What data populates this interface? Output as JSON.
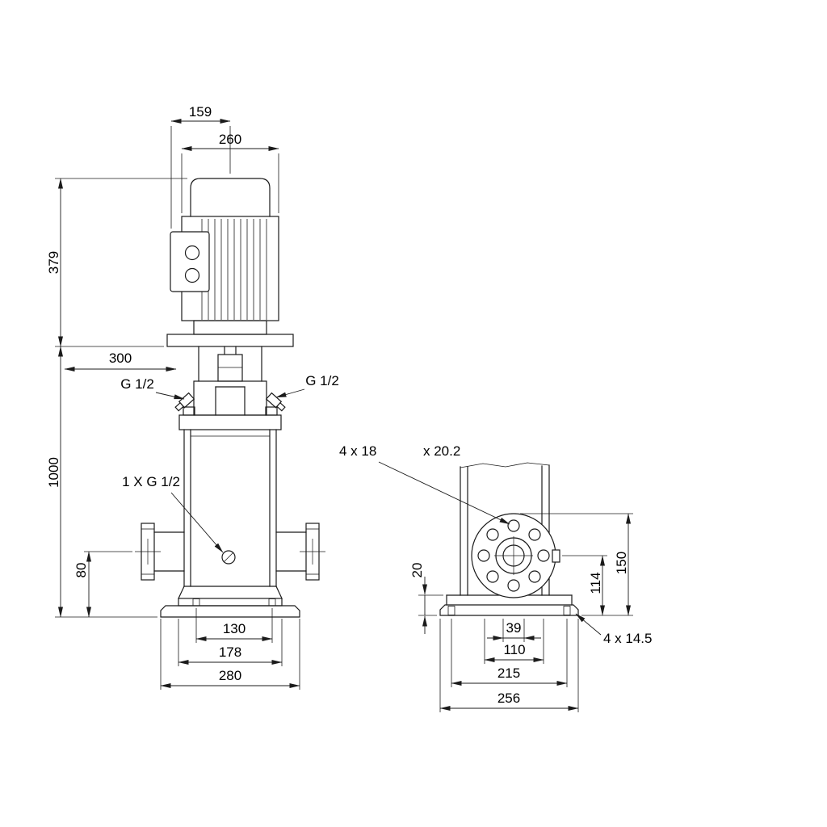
{
  "drawing": {
    "type": "pump-dimensional-drawing",
    "line_color": "#1b1b1b",
    "background": "#ffffff"
  },
  "front_view": {
    "dim_motor_face_width": "159",
    "dim_motor_width": "260",
    "dim_motor_height": "379",
    "dim_offset": "300",
    "dim_total_height": "1000",
    "port_left_label": "G 1/2",
    "port_right_label": "G 1/2",
    "drain_label": "1 X G 1/2",
    "dim_port_centerline_height": "80",
    "dim_bolt_hole_spacing": "130",
    "dim_flange_span": "178",
    "dim_base_width": "280"
  },
  "side_view": {
    "flange_holes_label": "4 x 18",
    "flange_counterbore_label": "x 20.2",
    "dim_baseplate_thickness": "20",
    "dim_port_center_height": "114",
    "dim_flange_top_height": "150",
    "dim_port_bore": "39",
    "dim_bolt_circle": "110",
    "dim_base_hole_spacing": "215",
    "dim_base_length": "256",
    "base_holes_label": "4 x 14.5"
  }
}
